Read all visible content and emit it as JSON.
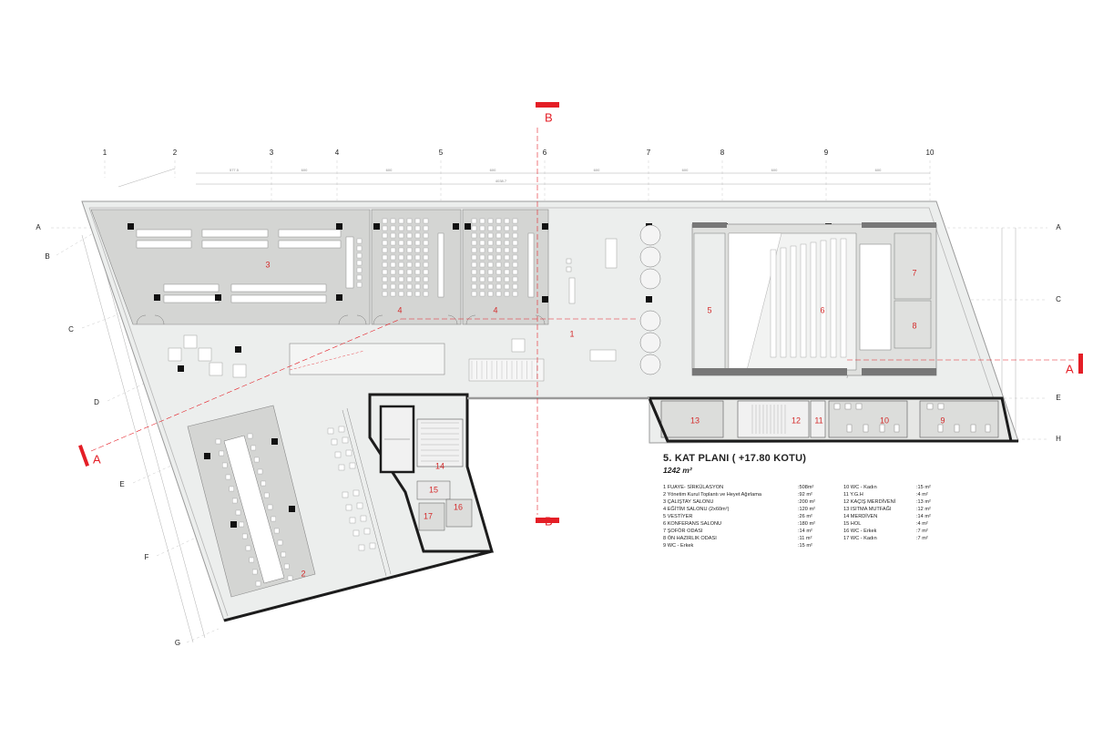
{
  "plan": {
    "title": "5. KAT PLANI ( +17.80 KOTU)",
    "total_area": "1242 m²",
    "rooms_left": [
      {
        "num": "1",
        "name": "FUAYE- SİRKÜLASYON",
        "area": ":508m²"
      },
      {
        "num": "2",
        "name": "Yönetim Kurul Toplantı ve Heyet Ağırlama",
        "area": ":92 m²"
      },
      {
        "num": "3",
        "name": "ÇALIŞTAY SALONU",
        "area": ":200 m²"
      },
      {
        "num": "4",
        "name": "EĞİTİM SALONU (2x60m²)",
        "area": ":120 m²"
      },
      {
        "num": "5",
        "name": "VESTİYER",
        "area": ":26 m²"
      },
      {
        "num": "6",
        "name": "KONFERANS SALONU",
        "area": ":180 m²"
      },
      {
        "num": "7",
        "name": "ŞOFÖR ODASI",
        "area": ":14 m²"
      },
      {
        "num": "8",
        "name": "ÖN HAZIRLIK ODASI",
        "area": ":11 m²"
      },
      {
        "num": "9",
        "name": "WC - Erkek",
        "area": ":15 m²"
      }
    ],
    "rooms_right": [
      {
        "num": "10",
        "name": "WC - Kadın",
        "area": ":15 m²"
      },
      {
        "num": "11",
        "name": "Y.G.H",
        "area": ":4 m²"
      },
      {
        "num": "12",
        "name": "KAÇIŞ MERDİVENİ",
        "area": ":13 m²"
      },
      {
        "num": "13",
        "name": "ISITMA MUTFAĞI",
        "area": ":12 m²"
      },
      {
        "num": "14",
        "name": "MERDİVEN",
        "area": ":14 m²"
      },
      {
        "num": "15",
        "name": "HOL",
        "area": ":4 m²"
      },
      {
        "num": "16",
        "name": "WC - Erkek",
        "area": ":7 m²"
      },
      {
        "num": "17",
        "name": "WC - Kadın",
        "area": ":7 m²"
      }
    ],
    "grid_columns": [
      "1",
      "2",
      "3",
      "4",
      "5",
      "6",
      "7",
      "8",
      "9",
      "10"
    ],
    "grid_rows_left": [
      "A",
      "B",
      "C",
      "D",
      "E",
      "F",
      "G"
    ],
    "grid_rows_right": [
      "A",
      "C",
      "E",
      "H"
    ],
    "section_marks": {
      "horizontal": "A",
      "vertical": "B"
    },
    "colors": {
      "accent": "#e41e26",
      "room_number": "#d42a2a",
      "floor": "#eceeed",
      "room_fill": "#d4d5d3",
      "wall": "#1c1c1c"
    }
  }
}
